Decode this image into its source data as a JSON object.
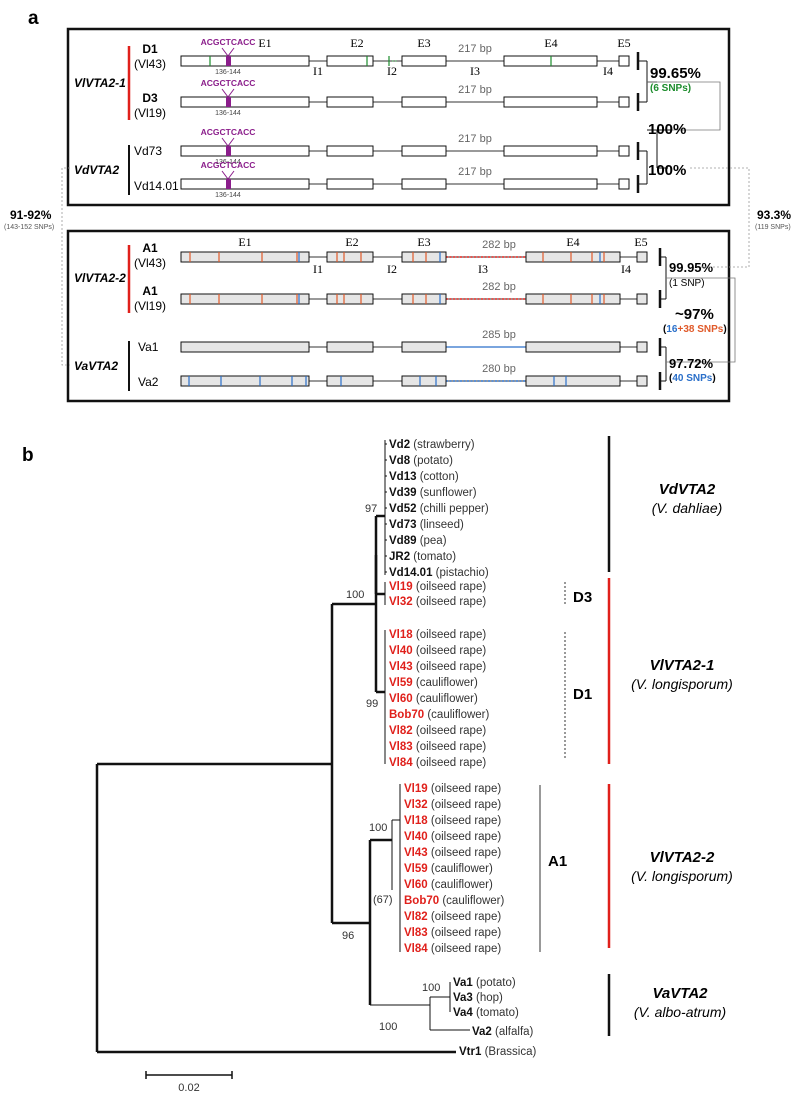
{
  "colors": {
    "purple": "#8b1d8b",
    "red": "#e0201b",
    "green": "#1c8c2c",
    "blue": "#2a6fc9",
    "orange": "#e05a2a",
    "gray": "#666666",
    "black": "#111111"
  },
  "panel_a": {
    "label": "a",
    "motif": "ACGCTCACC",
    "motif_pos": "136-144",
    "exons": [
      "E1",
      "E2",
      "E3",
      "E4",
      "E5"
    ],
    "introns": [
      "I1",
      "I2",
      "I3",
      "I4"
    ],
    "box1": {
      "rows": [
        {
          "name": "D1",
          "strain": "(Vl43)",
          "i3": "217 bp"
        },
        {
          "name": "D3",
          "strain": "(Vl19)",
          "i3": "217 bp"
        },
        {
          "name": "Vd73",
          "strain": "",
          "i3": "217 bp"
        },
        {
          "name": "Vd14.01",
          "strain": "",
          "i3": "217 bp"
        }
      ],
      "group1": "VlVTA2-1",
      "group2": "VdVTA2",
      "id1": "99.65%",
      "snp1": "(6 SNPs)",
      "id2": "100%",
      "id3": "100%"
    },
    "box2": {
      "rows": [
        {
          "name": "A1",
          "strain": "(Vl43)",
          "i3": "282 bp"
        },
        {
          "name": "A1",
          "strain": "(Vl19)",
          "i3": "282 bp"
        },
        {
          "name": "Va1",
          "strain": "",
          "i3": "285 bp"
        },
        {
          "name": "Va2",
          "strain": "",
          "i3": "280 bp"
        }
      ],
      "group1": "VlVTA2-2",
      "group2": "VaVTA2",
      "id1": "99.95%",
      "snp1": "(1 SNP)",
      "id2": "~97%",
      "snp2a": "(",
      "snp2b": "16",
      "snp2c": "+",
      "snp2d": "38 SNPs",
      "snp2e": ")",
      "id3": "97.72%",
      "snp3a": "(",
      "snp3b": "40 SNPs",
      "snp3c": ")"
    },
    "left_id": "91-92%",
    "left_snp": "(143-152 SNPs)",
    "right_id": "93.3%",
    "right_snp": "(119 SNPs)"
  },
  "panel_b": {
    "label": "b",
    "vd_leaves": [
      {
        "id": "Vd2",
        "host": "(strawberry)"
      },
      {
        "id": "Vd8",
        "host": "(potato)"
      },
      {
        "id": "Vd13",
        "host": "(cotton)"
      },
      {
        "id": "Vd39",
        "host": "(sunflower)"
      },
      {
        "id": "Vd52",
        "host": "(chilli pepper)"
      },
      {
        "id": "Vd73",
        "host": "(linseed)"
      },
      {
        "id": "Vd89",
        "host": "(pea)"
      },
      {
        "id": "JR2",
        "host": "(tomato)"
      },
      {
        "id": "Vd14.01",
        "host": "(pistachio)"
      }
    ],
    "d3_leaves": [
      {
        "id": "Vl19",
        "host": "(oilseed rape)"
      },
      {
        "id": "Vl32",
        "host": "(oilseed rape)"
      }
    ],
    "d1_leaves": [
      {
        "id": "Vl18",
        "host": "(oilseed rape)"
      },
      {
        "id": "Vl40",
        "host": "(oilseed rape)"
      },
      {
        "id": "Vl43",
        "host": "(oilseed rape)"
      },
      {
        "id": "Vl59",
        "host": "(cauliflower)"
      },
      {
        "id": "Vl60",
        "host": "(cauliflower)"
      },
      {
        "id": "Bob70",
        "host": "(cauliflower)"
      },
      {
        "id": "Vl82",
        "host": "(oilseed rape)"
      },
      {
        "id": "Vl83",
        "host": "(oilseed rape)"
      },
      {
        "id": "Vl84",
        "host": "(oilseed rape)"
      }
    ],
    "a1_leaves": [
      {
        "id": "Vl19",
        "host": "(oilseed rape)"
      },
      {
        "id": "Vl32",
        "host": "(oilseed rape)"
      },
      {
        "id": "Vl18",
        "host": "(oilseed rape)"
      },
      {
        "id": "Vl40",
        "host": "(oilseed rape)"
      },
      {
        "id": "Vl43",
        "host": "(oilseed rape)"
      },
      {
        "id": "Vl59",
        "host": "(cauliflower)"
      },
      {
        "id": "Vl60",
        "host": "(cauliflower)"
      },
      {
        "id": "Bob70",
        "host": "(cauliflower)"
      },
      {
        "id": "Vl82",
        "host": "(oilseed rape)"
      },
      {
        "id": "Vl83",
        "host": "(oilseed rape)"
      },
      {
        "id": "Vl84",
        "host": "(oilseed rape)"
      }
    ],
    "va_leaves": [
      {
        "id": "Va1",
        "host": "(potato)"
      },
      {
        "id": "Va3",
        "host": "(hop)"
      },
      {
        "id": "Va4",
        "host": "(tomato)"
      },
      {
        "id": "Va2",
        "host": "(alfalfa)"
      }
    ],
    "outgroup": {
      "id": "Vtr1",
      "host": "(Brassica)"
    },
    "bootstrap": {
      "vd": "97",
      "root_vd_vl": "100",
      "d1": "99",
      "a1": "100",
      "a1_sub": "(67)",
      "vl2_va": "96",
      "va": "100",
      "va_sub": "100"
    },
    "subclades": {
      "d3": "D3",
      "d1": "D1",
      "a1": "A1"
    },
    "clades": [
      {
        "name": "VdVTA2",
        "species": "(V. dahliae)"
      },
      {
        "name": "VlVTA2-1",
        "species": "(V. longisporum)"
      },
      {
        "name": "VlVTA2-2",
        "species": "(V. longisporum)"
      },
      {
        "name": "VaVTA2",
        "species": "(V. albo-atrum)"
      }
    ],
    "scale": "0.02"
  }
}
